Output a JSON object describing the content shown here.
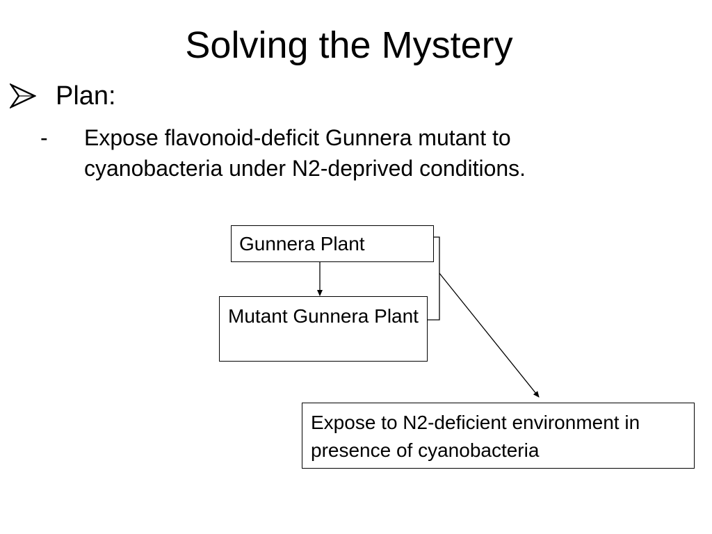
{
  "slide": {
    "title": "Solving the Mystery",
    "bullet": {
      "icon": "arrowhead-bullet-icon",
      "text": "Plan:"
    },
    "sub_bullet": {
      "marker": "-",
      "text": "Expose flavonoid-deficit Gunnera mutant to cyanobacteria under N2-deprived conditions."
    }
  },
  "diagram": {
    "nodes": {
      "gunnera_plant": "Gunnera Plant",
      "mutant_gunnera": "Mutant Gunnera Plant",
      "expose": "Expose to N2-deficient environment in presence of cyanobacteria"
    },
    "edges": [
      {
        "from": "gunnera_plant",
        "to": "mutant_gunnera"
      },
      {
        "from": "gunnera_plant",
        "to": "expose",
        "via": "bracket"
      },
      {
        "from": "mutant_gunnera",
        "to": "expose",
        "via": "bracket"
      }
    ]
  }
}
